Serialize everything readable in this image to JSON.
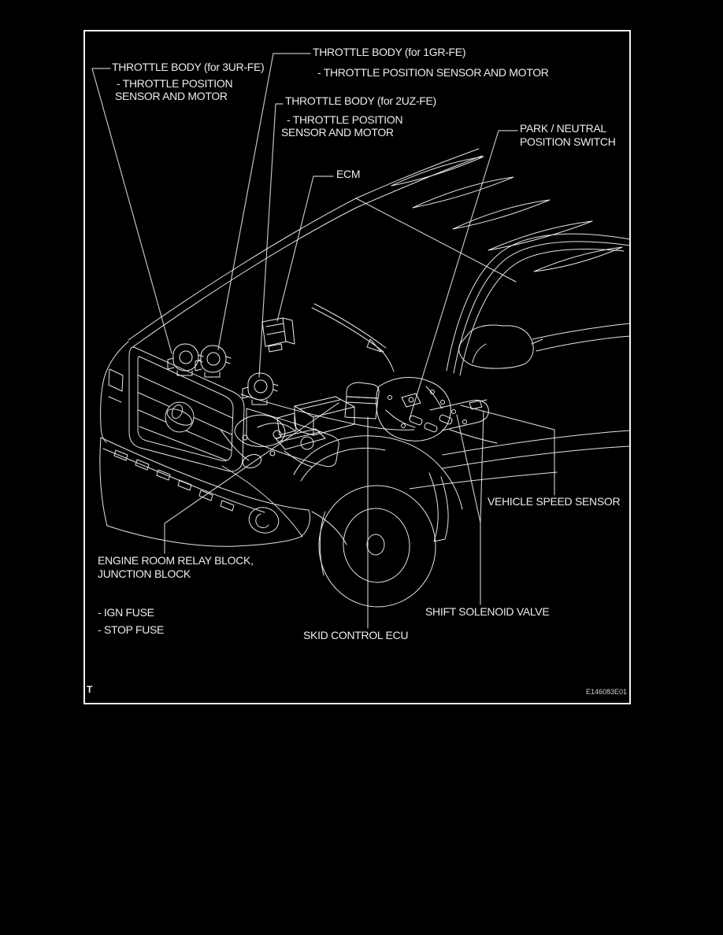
{
  "page": {
    "background": "#000000"
  },
  "frame": {
    "border_color": "#f2f2f2"
  },
  "corner_mark": "T",
  "figure_code": "E146083E01",
  "callouts": {
    "throttle_body_3ur": {
      "title": "THROTTLE BODY (for 3UR-FE)",
      "sub1": "- THROTTLE POSITION",
      "sub2": "SENSOR AND MOTOR"
    },
    "throttle_body_1gr": {
      "title": "THROTTLE BODY (for 1GR-FE)",
      "sub1": "- THROTTLE POSITION SENSOR AND MOTOR"
    },
    "throttle_body_2uz": {
      "title": "THROTTLE BODY (for 2UZ-FE)",
      "sub1": "- THROTTLE POSITION",
      "sub2": "SENSOR AND MOTOR"
    },
    "ecm": {
      "title": "ECM"
    },
    "park_neutral_position_switch": {
      "title": "PARK / NEUTRAL",
      "sub1": "POSITION SWITCH"
    },
    "vehicle_speed_sensor": {
      "title": "VEHICLE SPEED SENSOR"
    },
    "engine_room_relay_block": {
      "title": "ENGINE ROOM RELAY BLOCK,",
      "sub1": "JUNCTION BLOCK",
      "sub2": "- IGN FUSE",
      "sub3": "- STOP FUSE"
    },
    "skid_control_ecu": {
      "title": "SKID CONTROL ECU"
    },
    "shift_solenoid_valve": {
      "title": "SHIFT SOLENOID VALVE"
    }
  },
  "icons": {
    "toyota_emblem": "oval-emblem"
  },
  "colors": {
    "line": "#e4e4e4",
    "leader": "#c0c0c0",
    "text": "#ececec",
    "frame": "#f2f2f2"
  }
}
